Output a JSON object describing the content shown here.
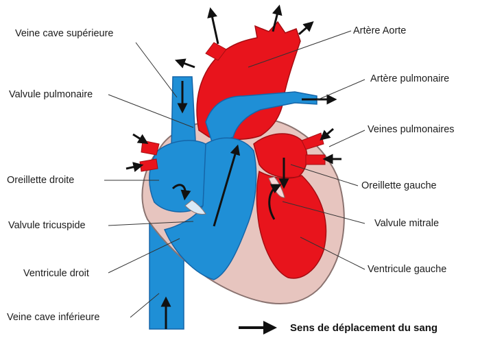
{
  "colors": {
    "oxygen_rich": "#e8141c",
    "oxygen_poor": "#1f8fd6",
    "wall": "#e7c5bf",
    "wall_outline": "#8a7370"
  },
  "labels": {
    "veine_cave_superieure": "Veine cave supérieure",
    "valvule_pulmonaire": "Valvule pulmonaire",
    "oreillette_droite": "Oreillette droite",
    "valvule_tricuspide": "Valvule tricuspide",
    "ventricule_droit": "Ventricule droit",
    "veine_cave_inferieure": "Veine cave inférieure",
    "artere_aorte": "Artère Aorte",
    "artere_pulmonaire": "Artère pulmonaire",
    "veines_pulmonaires": "Veines pulmonaires",
    "oreillette_gauche": "Oreillette gauche",
    "valvule_mitrale": "Valvule mitrale",
    "ventricule_gauche": "Ventricule gauche"
  },
  "legend": {
    "text": "Sens de déplacement du sang",
    "icon": "arrow-right-icon"
  }
}
